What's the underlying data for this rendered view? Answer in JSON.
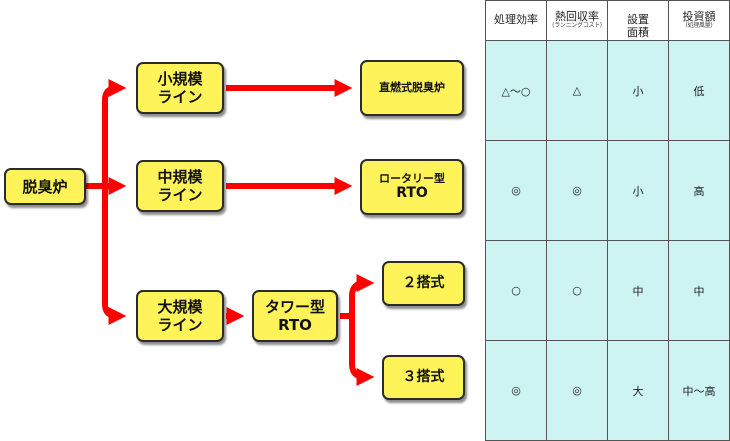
{
  "diagram": {
    "source": "脱臭炉",
    "small_line": [
      "小規模",
      "ライン"
    ],
    "medium_line": [
      "中規模",
      "ライン"
    ],
    "large_line": [
      "大規模",
      "ライン"
    ],
    "direct_combustion": "直燃式脱臭炉",
    "rotary_rto": [
      "ロータリー型",
      "RTO"
    ],
    "tower_rto": [
      "タワー型",
      "RTO"
    ],
    "two_tower": "２搭式",
    "three_tower": "３搭式",
    "arrow_color": "#ff0000",
    "box_color": "#fff35a"
  },
  "table": {
    "headers": [
      {
        "label": "処理効率",
        "sub": ""
      },
      {
        "label": "熱回収率",
        "sub": "(ランニングコスト)"
      },
      {
        "label": "設置\n面積",
        "sub": ""
      },
      {
        "label": "投資額",
        "sub": "(処理風量)"
      }
    ],
    "rows": [
      [
        "△～○",
        "△",
        "小",
        "低"
      ],
      [
        "◎",
        "◎",
        "小",
        "高"
      ],
      [
        "○",
        "○",
        "中",
        "中"
      ],
      [
        "◎",
        "◎",
        "大",
        "中～高"
      ]
    ],
    "cell_color": "#cdf3f3"
  }
}
